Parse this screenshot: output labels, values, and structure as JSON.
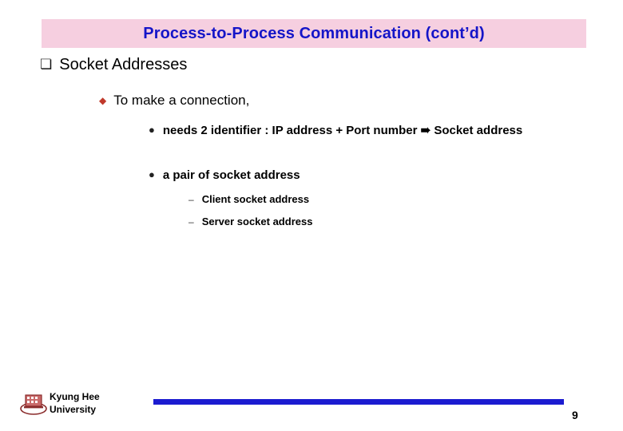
{
  "slide": {
    "title": "Process-to-Process Communication (cont’d)",
    "title_bg": "#f6cfe0",
    "title_color": "#1515c8",
    "bullets": {
      "level1": {
        "marker": "❏",
        "text": "Socket Addresses"
      },
      "level2": {
        "marker": "◆",
        "text": "To make a connection,"
      },
      "level3": [
        {
          "marker": "●",
          "text": "needs 2 identifier : IP address + Port number ➠ Socket address"
        },
        {
          "marker": "●",
          "text": "a pair of socket address"
        }
      ],
      "level4": [
        {
          "marker": "–",
          "text": "Client socket address"
        },
        {
          "marker": "–",
          "text": "Server socket address"
        }
      ]
    }
  },
  "footer": {
    "institution_line1": "Kyung Hee",
    "institution_line2": "University",
    "rule_color": "#1b1bd0",
    "page_number": "9"
  }
}
